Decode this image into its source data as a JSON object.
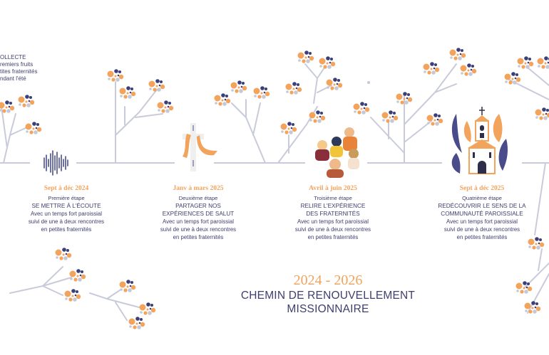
{
  "colors": {
    "orange": "#f2a35c",
    "navy": "#3a3f7a",
    "grey": "#c5c8d6",
    "line": "#c9cbdb",
    "text": "#3f3e6e"
  },
  "top_left_note": {
    "lines": [
      "OLLECTE",
      "remiers fruits",
      "tites fraternités",
      "ndant l'été"
    ]
  },
  "steps": [
    {
      "date": "Sept à déc 2024",
      "step": "Première étape",
      "title_lines": [
        "SE METTRE À L'ÉCOUTE"
      ],
      "desc_lines": [
        "Avec un temps fort paroissial",
        "suivi de une à deux rencontres",
        "en petites fraternités"
      ],
      "icon": "sound-wave-icon"
    },
    {
      "date": "Janv à mars 2025",
      "step": "Deuxième étape",
      "title_lines": [
        "PARTAGER NOS",
        "EXPÉRIENCES DE SALUT"
      ],
      "desc_lines": [
        "Avec un temps fort paroissial",
        "suivi de une à deux rencontres",
        "en petites fraternités"
      ],
      "icon": "cross-with-stole-icon"
    },
    {
      "date": "Avril à juin 2025",
      "step": "Troisième étape",
      "title_lines": [
        "RELIRE L'EXPÉRIENCE",
        "DES FRATERNITÉS"
      ],
      "desc_lines": [
        "Avec un temps fort paroissial",
        "suivi de une à deux rencontres",
        "en petites fraternités"
      ],
      "icon": "group-of-people-icon"
    },
    {
      "date": "Sept à déc 2025",
      "step": "Quatrième étape",
      "title_lines": [
        "REDÉCOUVRIR LE SENS DE LA",
        "COMMUNAUTÉ PAROISSIALE"
      ],
      "desc_lines": [
        "Avec un temps fort paroissial",
        "suivi de une à deux rencontres",
        "en petites fraternités"
      ],
      "icon": "church-icon"
    }
  ],
  "hero": {
    "years": "2024 - 2026",
    "title_line1": "CHEMIN DE RENOUVELLEMENT",
    "title_line2": "MISSIONNAIRE"
  }
}
